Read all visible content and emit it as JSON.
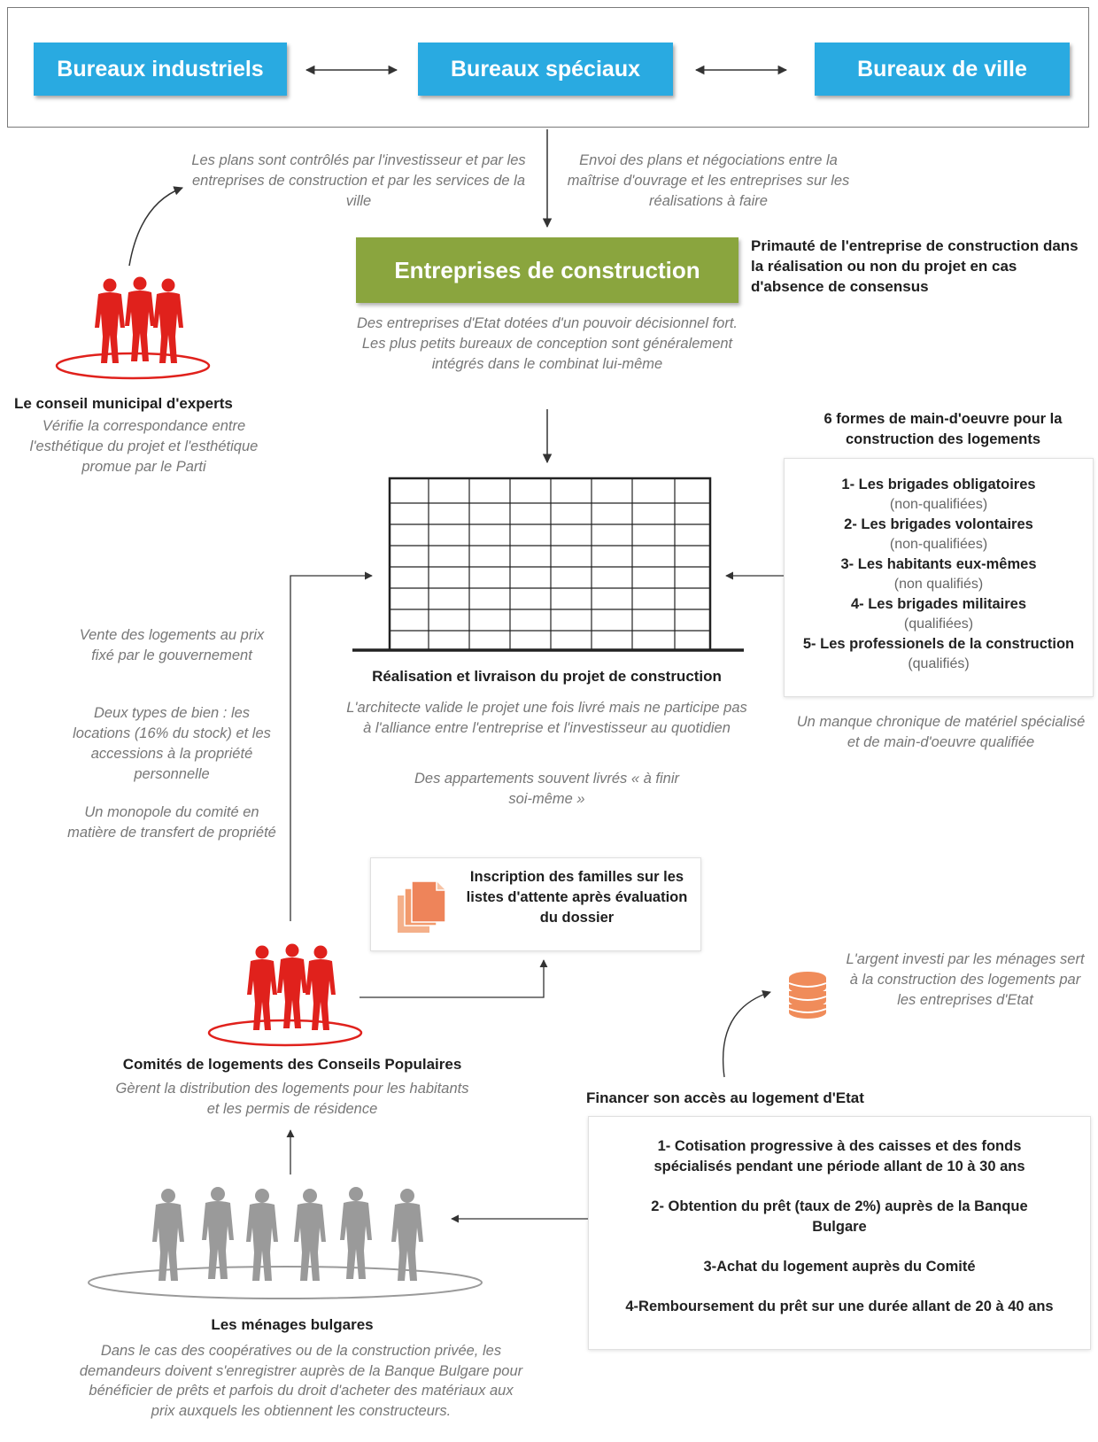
{
  "offices": {
    "industrial": "Bureaux industriels",
    "special": "Bureaux spéciaux",
    "city": "Bureaux de ville"
  },
  "notes": {
    "plans_controlled": "Les plans sont contrôlés par l'investisseur et par les entreprises de construction et par les services de la ville",
    "plans_sent": "Envoi des plans et négociations entre la maîtrise d'ouvrage et les entreprises sur les réalisations à faire",
    "state_companies": "Des entreprises d'Etat dotées d'un pouvoir décisionnel fort. Les plus petits bureaux de conception sont généralement intégrés dans le combinat lui-même",
    "primacy": "Primauté de l'entreprise de construction dans la réalisation ou non du projet en cas d'absence de consensus",
    "architect": "L'architecte valide le projet une fois livré mais ne participe pas à l'alliance entre l'entreprise et l'investisseur au quotidien",
    "apartments": "Des appartements souvent livrés « à finir soi-même »",
    "sale": "Vente des logements au prix fixé par le gouvernement",
    "two_types": "Deux types de bien : les locations (16% du stock) et les accessions à la propriété personnelle",
    "monopoly": "Un monopole du comité en matière de transfert de propriété",
    "shortage": "Un manque chronique de matériel spécialisé et de main-d'oeuvre qualifiée",
    "money": "L'argent investi par les ménages sert à la construction des logements par les entreprises d'Etat"
  },
  "construction": {
    "label": "Entreprises de construction",
    "realisation_title": "Réalisation et livraison du projet de construction"
  },
  "council": {
    "title": "Le conseil municipal d'experts",
    "desc": "Vérifie la correspondance entre l'esthétique du projet et l'esthétique promue par le Parti"
  },
  "labour": {
    "title": "6 formes de main-d'oeuvre pour la construction des logements",
    "items": [
      {
        "label": "1- Les brigades obligatoires",
        "sub": "(non-qualifiées)"
      },
      {
        "label": "2- Les brigades volontaires",
        "sub": "(non-qualifiées)"
      },
      {
        "label": "3- Les habitants eux-mêmes",
        "sub": "(non qualifiés)"
      },
      {
        "label": "4- Les brigades militaires",
        "sub": "(qualifiées)"
      },
      {
        "label": "5- Les professionels de la construction",
        "sub": "(qualifiés)"
      }
    ]
  },
  "inscription": "Inscription des familles sur les listes d'attente après évaluation du dossier",
  "committee": {
    "title": "Comités de logements des Conseils Populaires",
    "desc": "Gèrent la distribution des logements pour les habitants et les permis de résidence"
  },
  "finance": {
    "title": "Financer son accès au logement d'Etat",
    "items": [
      "1- Cotisation progressive à des caisses et des fonds spécialisés pendant une période allant de 10 à 30 ans",
      "2- Obtention du prêt (taux de 2%) auprès de la Banque Bulgare",
      "3-Achat du logement auprès du Comité",
      "4-Remboursement du prêt sur une durée allant de 20 à 40 ans"
    ]
  },
  "households": {
    "title": "Les ménages bulgares",
    "desc": "Dans le cas des coopératives ou de la construction privée, les demandeurs doivent s'enregistrer auprès de la Banque Bulgare pour bénéficier de prêts et parfois du droit d'acheter des matériaux aux prix auxquels les obtiennent les constructeurs."
  },
  "colors": {
    "blue": "#29aae1",
    "green": "#8aa53e",
    "red": "#e0211c",
    "orange": "#f08c5a",
    "grey_people": "#9a9a9a"
  }
}
